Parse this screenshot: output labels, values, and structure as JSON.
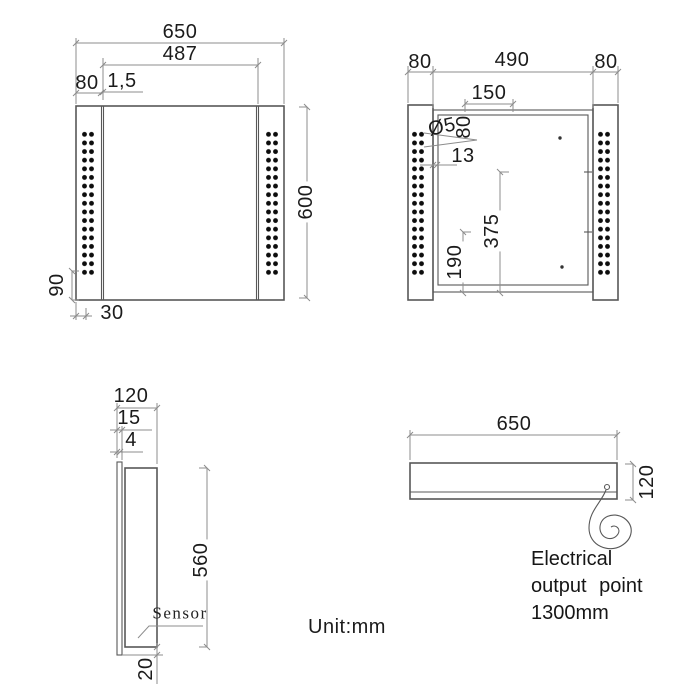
{
  "unit_label": "Unit:mm",
  "front_view": {
    "dims": {
      "width_total": "650",
      "width_inner": "487",
      "edge_strip": "80",
      "gap": "1,5",
      "height_total": "600",
      "led_bottom_offset": "90",
      "led_inset": "30"
    },
    "led": {
      "rows": 17,
      "cols": 2
    }
  },
  "back_view": {
    "dims": {
      "edge_left": "80",
      "width_center": "490",
      "edge_right": "80",
      "hole_span": "150",
      "hole_diameter": "Ø5",
      "hole_top_offset": "80",
      "hole_side_offset": "13",
      "hole_height_upper": "375",
      "hole_height_lower": "190"
    },
    "led": {
      "rows": 17,
      "cols": 2
    }
  },
  "side_view": {
    "dims": {
      "depth_total": "120",
      "depth_box": "15",
      "glass_thickness": "4",
      "box_height": "560",
      "bottom_offset": "20"
    },
    "sensor_label": "Sensor"
  },
  "bottom_view": {
    "dims": {
      "width_total": "650",
      "depth_total": "120"
    },
    "note": {
      "line1": "Electrical",
      "line2": "output point",
      "line3": "1300mm"
    }
  }
}
